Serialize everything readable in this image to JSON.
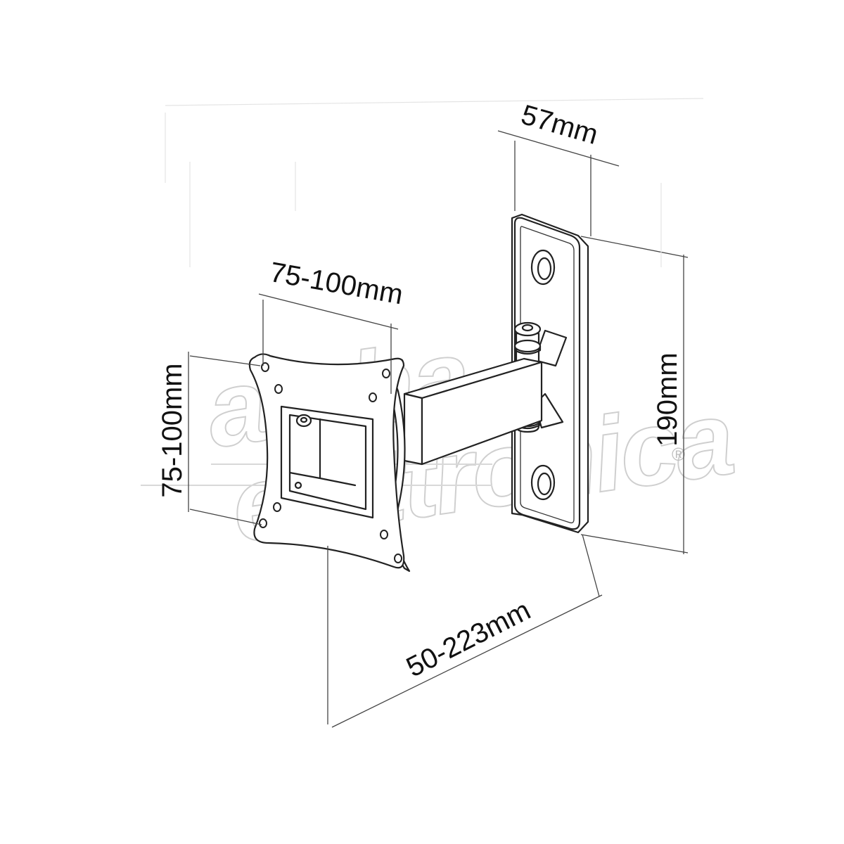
{
  "dimensions": {
    "top_width": "57mm",
    "plate_height": "190mm",
    "vesa_horizontal": "75-100mm",
    "vesa_vertical": "75-100mm",
    "arm_extension": "50-223mm"
  },
  "watermark": {
    "line1": "alpha",
    "line2": "elettronica",
    "registered": "®"
  },
  "colors": {
    "line": "#222222",
    "watermark": "#cfcfcf",
    "background": "#ffffff"
  }
}
